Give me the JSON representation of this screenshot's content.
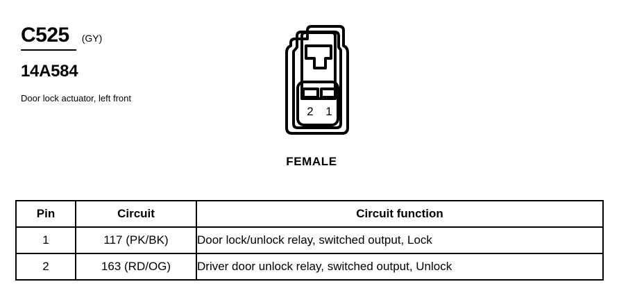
{
  "header": {
    "connector_id": "C525",
    "color_code": "(GY)",
    "part_number": "14A584",
    "description": "Door lock actuator, left front"
  },
  "connector": {
    "type_label": "FEMALE",
    "pin_labels": [
      "2",
      "1"
    ],
    "cavity_count": 2,
    "outline_color": "#000000"
  },
  "table": {
    "headers": [
      "Pin",
      "Circuit",
      "Circuit function"
    ],
    "rows": [
      {
        "pin": "1",
        "circuit": "117 (PK/BK)",
        "function": "Door lock/unlock relay, switched output, Lock"
      },
      {
        "pin": "2",
        "circuit": "163 (RD/OG)",
        "function": "Driver door unlock relay, switched output, Unlock"
      }
    ]
  }
}
